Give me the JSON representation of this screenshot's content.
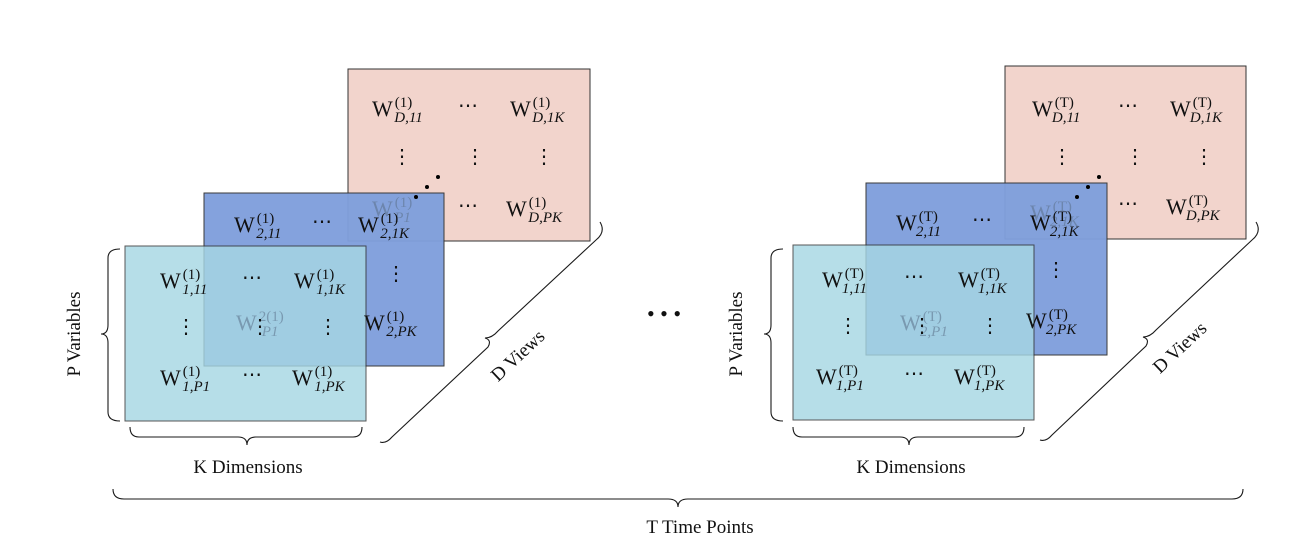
{
  "diagram": {
    "labels": {
      "p_variables": "P Variables",
      "k_dimensions": "K Dimensions",
      "d_views": "D Views",
      "t_time_points": "T Time Points"
    },
    "ellipsis_h": "⋯",
    "ellipsis_v": "⋮",
    "big_ellipsis": "• • •",
    "groups": [
      {
        "id": "t1",
        "time": "(1)",
        "layers": {
          "d": {
            "tl": "D,11",
            "tr": "D,1K",
            "br": "D,PK",
            "color": "#f2d4cc"
          },
          "v2": {
            "tl": "2,11",
            "tr": "2,1K",
            "br": "2,PK",
            "color": "#7f9fdc"
          },
          "v1": {
            "tl": "1,11",
            "tr": "1,1K",
            "bl": "1,P1",
            "br": "1,PK",
            "color": "#a7d7e4"
          }
        },
        "ghosts": {
          "d_bl": "P1",
          "v2_bl_sup": "2(1)",
          "v2_bl_sub": "P1"
        }
      },
      {
        "id": "tT",
        "time": "(T)",
        "layers": {
          "d": {
            "tl": "D,11",
            "tr": "D,1K",
            "br": "D,PK",
            "color": "#f2d4cc"
          },
          "v2": {
            "tl": "2,11",
            "tr": "2,1K",
            "br": "2,PK",
            "color": "#7f9fdc"
          },
          "v1": {
            "tl": "1,11",
            "tr": "1,1K",
            "bl": "1,P1",
            "br": "1,PK",
            "color": "#a7d7e4"
          }
        },
        "ghosts": {
          "d_bl": "2,1K",
          "v2_bl_sup": "(T)",
          "v2_bl_sub": "2,P1"
        }
      }
    ]
  }
}
